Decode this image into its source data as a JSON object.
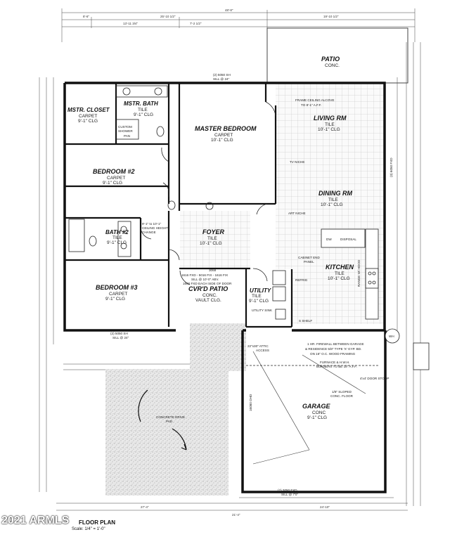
{
  "watermark": "2021 ARMLS",
  "plan_title": "FLOOR PLAN",
  "scale": "Scale: 1/4\" = 1'-0\"",
  "rooms": {
    "patio": {
      "name": "PATIO",
      "sub1": "CONC."
    },
    "mstr_closet": {
      "name": "MSTR. CLOSET",
      "sub1": "CARPET",
      "sub2": "9'-1\" CLG"
    },
    "mstr_bath": {
      "name": "MSTR. BATH",
      "sub1": "TILE",
      "sub2": "9'-1\" CLG"
    },
    "master_bedroom": {
      "name": "MASTER BEDROOM",
      "sub1": "CARPET",
      "sub2": "10'-1\" CLG"
    },
    "living": {
      "name": "LIVING RM",
      "sub1": "TILE",
      "sub2": "10'-1\" CLG"
    },
    "bedroom2": {
      "name": "BEDROOM #2",
      "sub1": "CARPET",
      "sub2": "9'-1\" CLG"
    },
    "dining": {
      "name": "DINING RM",
      "sub1": "TILE",
      "sub2": "10'-1\" CLG"
    },
    "bath2": {
      "name": "BATH #2",
      "sub1": "TILE",
      "sub2": "9'-1\" CLG"
    },
    "foyer": {
      "name": "FOYER",
      "sub1": "TILE",
      "sub2": "10'-1\" CLG"
    },
    "kitchen": {
      "name": "KITCHEN",
      "sub1": "TILE",
      "sub2": "10'-1\" CLG"
    },
    "bedroom3": {
      "name": "BEDROOM #3",
      "sub1": "CARPET",
      "sub2": "9'-1\" CLG"
    },
    "cvrd_patio": {
      "name": "CVR'D PATIO",
      "sub1": "CONC.",
      "sub2": "VAULT CLG."
    },
    "utility": {
      "name": "UTILITY",
      "sub1": "TILE",
      "sub2": "9'-1\" CLG"
    },
    "garage": {
      "name": "GARAGE",
      "sub1": "CONC",
      "sub2": "9'-1\" CLG"
    }
  },
  "notes": {
    "frame_ceiling": "FRAME CEILING ALCOVE",
    "frame_ceiling2": "TO 8'-1\" A.F.F.",
    "tv_niche": "TV NICHE",
    "art_niche": "ART NICHE",
    "cabinet_end": "CABINET END",
    "cabinet_end2": "PANEL",
    "ceiling_change": "9'-1\" to 10'-1\"",
    "ceiling_change2": "CEILING HEIGHT",
    "ceiling_change3": "CHANGE",
    "custom_shower": "CUSTOM",
    "custom_shower2": "SHOWER",
    "pan": "PAN",
    "window_top": "(2) 5050 SH",
    "window_top2": "SILL @ 24\"",
    "window_bed3": "(2) 5050 SH",
    "window_bed3b": "SILL @ 24\"",
    "firewall1": "1 HR. FIREWALL BETWEEN GARAGE",
    "firewall2": "& RESIDENCE 5/8\" TYPE 'X' GYP. BD.",
    "firewall3": "ON 16\" O.C. WOOD FRAMING",
    "furnace1": "FURNACE & H.W.H.",
    "furnace2": "BURNERS TO BE 18\" A.F.F.",
    "attic": "22\"x30\" ATTIC",
    "attic2": "ACCESS",
    "door_stoop": "4'x4' DOOR STOOP",
    "slope1": "1/8\" SLOPED",
    "slope2": "CONC. FLOOR",
    "drive": "CONCRETE DRIVE",
    "drive2": "PAD",
    "garage_door": "16080 OHD",
    "garage_win": "(2) 3050 FXD",
    "garage_win2": "SILL @ 7'0\"",
    "cvrd_win": "1616 FXD - 5016 FIX - 1616 FIX",
    "cvrd_win2": "SILL @ 10'-0\" ABV.",
    "cvrd_win3": "1660 FXD EACH SIDE OF DOOR",
    "cvrd_win4": "3068",
    "utility_sink": "UTILITY SINK",
    "shelf": "S SHELF",
    "refrig": "REFRIG",
    "wh": "WH",
    "dw": "DW",
    "disposal": "DISPOSAL",
    "range": "RANGE W/ HOOD",
    "living_win": "(3) 6050 FXD",
    "dims_top": [
      "48'-8\"",
      "25'-10 1/2\"",
      "19'-10 1/2\"",
      "13'-11 3/4\"",
      "7'-2 1/2\"",
      "8'-6\""
    ],
    "dims_bot": [
      "27'-4\"",
      "21'-4\"",
      "24'-10\""
    ]
  }
}
